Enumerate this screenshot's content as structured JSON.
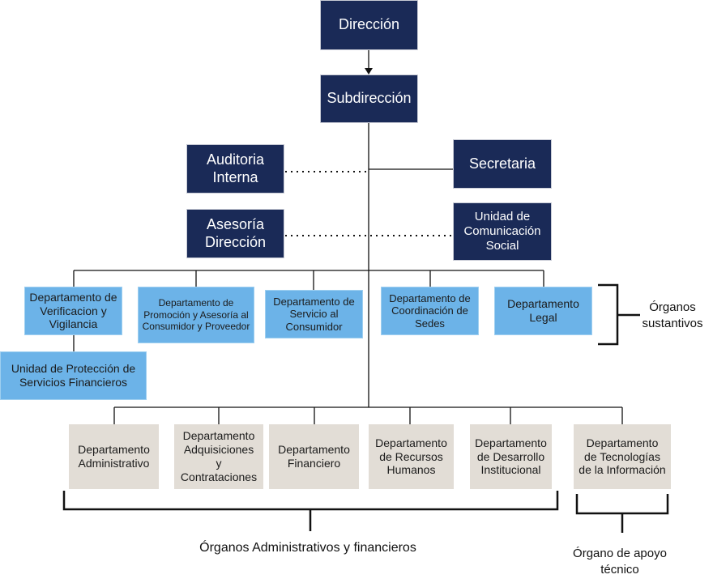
{
  "boxes": {
    "direccion": "Dirección",
    "subdireccion": "Subdirección",
    "auditoria": "Auditoria Interna",
    "secretaria": "Secretaria",
    "asesoria": "Asesoría Dirección",
    "comunicacion": "Unidad de Comunicación Social",
    "verificacion": "Departamento de Verificacion y Vigilancia",
    "promocion": "Departamento de Promoción y Asesoría al Consumidor y Proveedor",
    "servicio": "Departamento de Servicio al Consumidor",
    "coordinacion": "Departamento de Coordinación de Sedes",
    "legal": "Departamento Legal",
    "proteccion": "Unidad de Protección de Servicios Financieros",
    "administrativo": "Departamento Administrativo",
    "adquisiciones": "Departamento Adquisiciones y Contrataciones",
    "financiero": "Departamento Financiero",
    "recursos": "Departamento de Recursos Humanos",
    "desarrollo": "Departamento de Desarrollo Institucional",
    "tecnologias": "Departamento de Tecnologías de la Información"
  },
  "labels": {
    "sustantivos": "Órganos sustantivos",
    "administrativos": "Órganos Administrativos y financieros",
    "apoyo": "Órgano de apoyo técnico"
  },
  "colors": {
    "dark": "#1a2a57",
    "blue": "#6cb3e8",
    "grey": "#e2ddd6"
  }
}
